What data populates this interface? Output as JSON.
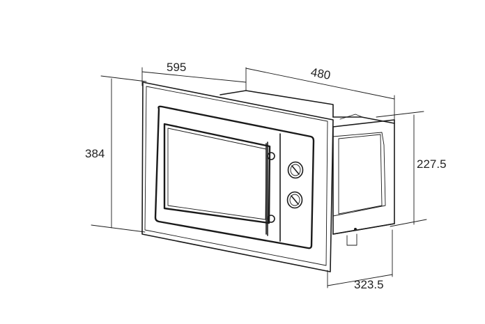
{
  "diagram": {
    "dimensions": {
      "width": "595",
      "depth": "480",
      "height": "384",
      "body_height": "227.5",
      "body_width": "323.5"
    },
    "colors": {
      "line": "#1a1a1a",
      "background": "#ffffff",
      "text": "#222222"
    }
  }
}
